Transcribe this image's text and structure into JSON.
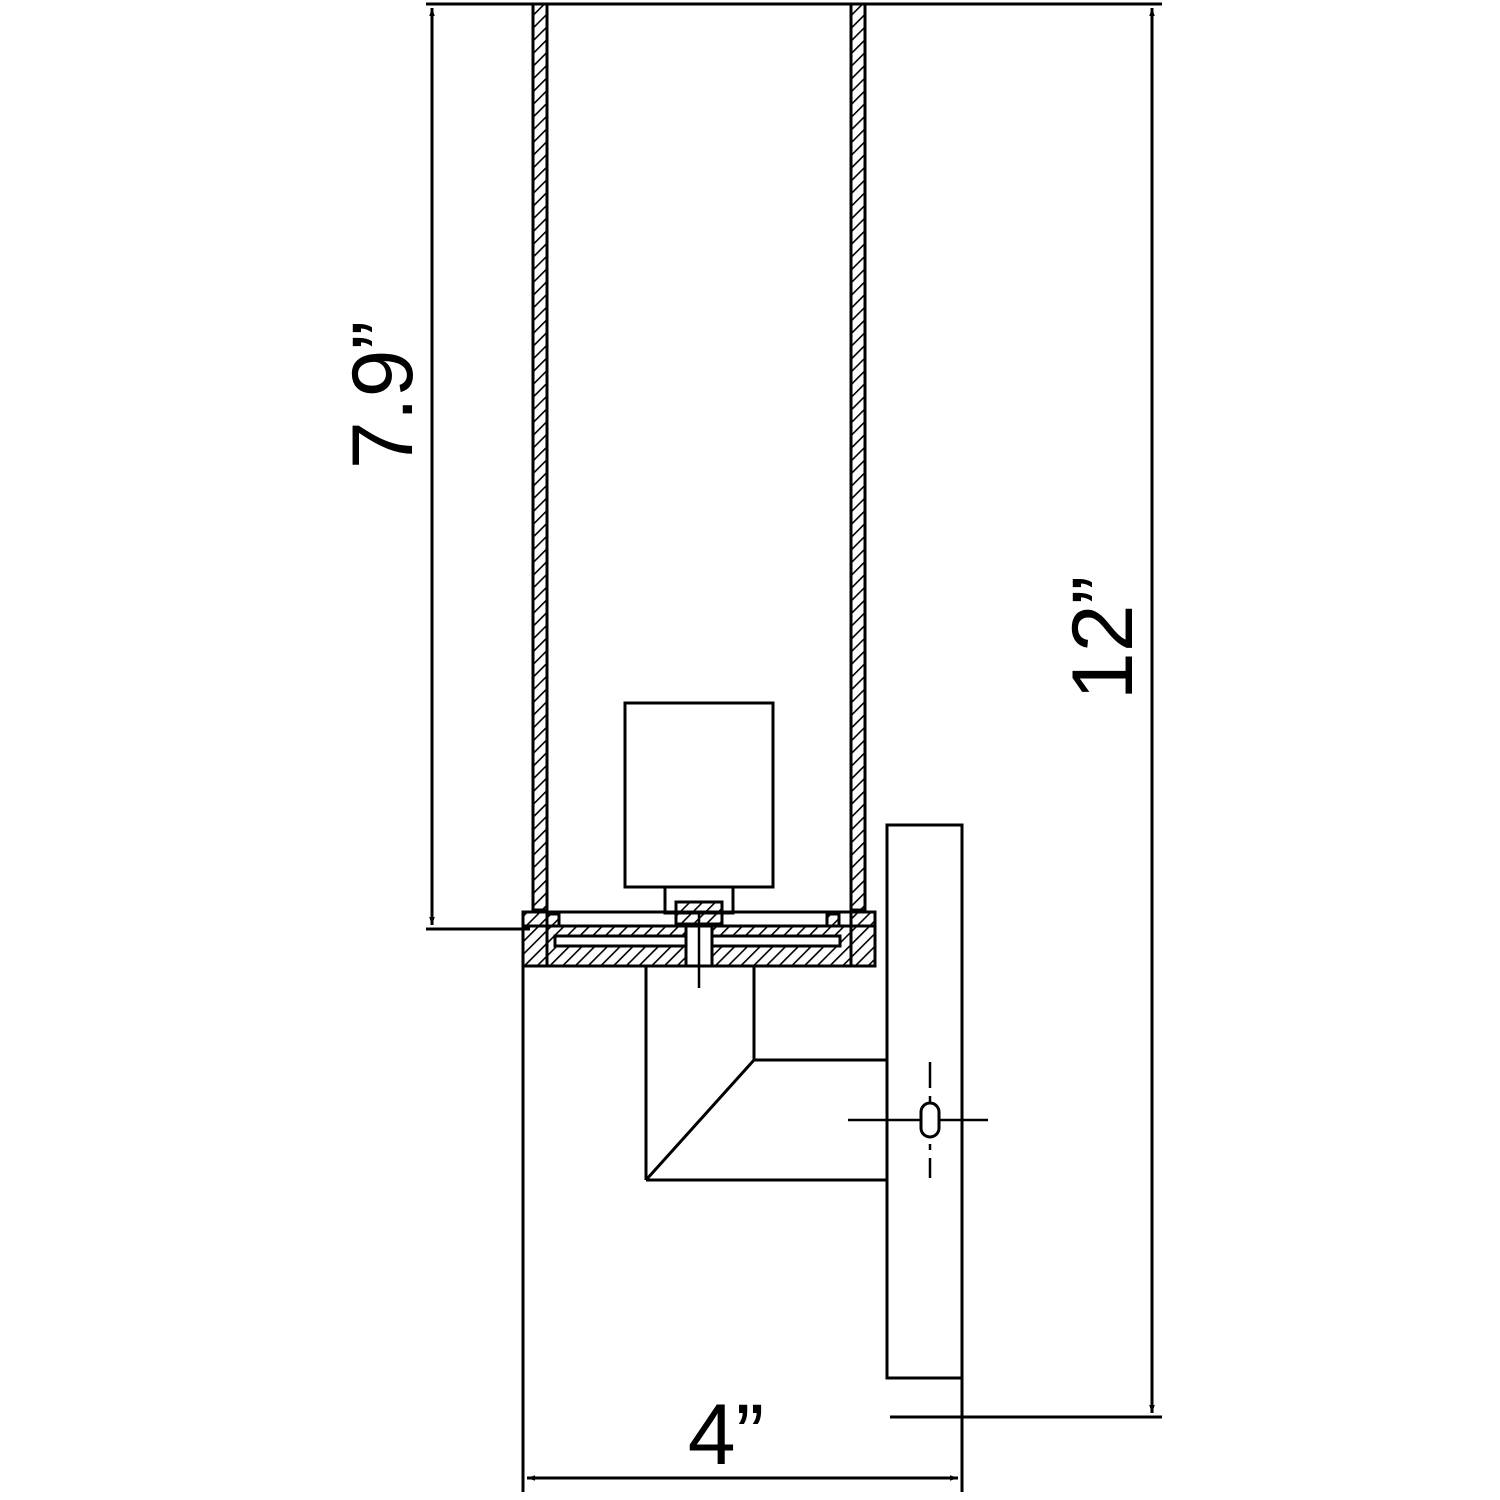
{
  "dimensions": {
    "shade_height": "7.9”",
    "overall_height": "12”",
    "overall_width": "4”"
  },
  "colors": {
    "line": "#000000",
    "background": "#ffffff"
  }
}
